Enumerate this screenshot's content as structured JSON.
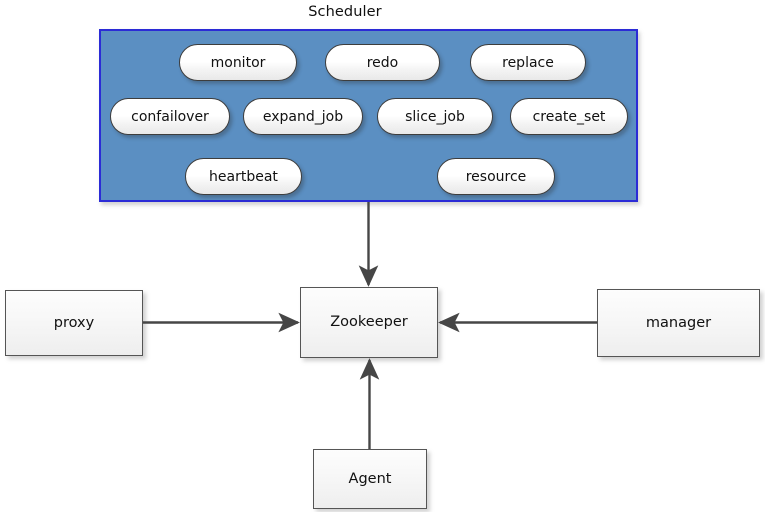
{
  "diagram": {
    "title": "Scheduler",
    "background_color": "#ffffff",
    "group": {
      "label": "Scheduler",
      "fill_color": "#5b8fc2",
      "border_color": "#2b2bd6",
      "modules": [
        {
          "label": "monitor",
          "row": 1
        },
        {
          "label": "redo",
          "row": 1
        },
        {
          "label": "replace",
          "row": 1
        },
        {
          "label": "confailover",
          "row": 2
        },
        {
          "label": "expand_job",
          "row": 2
        },
        {
          "label": "slice_job",
          "row": 2
        },
        {
          "label": "create_set",
          "row": 2
        },
        {
          "label": "heartbeat",
          "row": 3
        },
        {
          "label": "resource",
          "row": 3
        }
      ]
    },
    "nodes": [
      {
        "id": "proxy",
        "label": "proxy"
      },
      {
        "id": "zookeeper",
        "label": "Zookeeper"
      },
      {
        "id": "manager",
        "label": "manager"
      },
      {
        "id": "agent",
        "label": "Agent"
      }
    ],
    "edges": [
      {
        "from": "Scheduler",
        "to": "Zookeeper",
        "direction": "down",
        "arrow": "arrow-down-icon"
      },
      {
        "from": "proxy",
        "to": "Zookeeper",
        "direction": "right",
        "arrow": "arrow-right-icon"
      },
      {
        "from": "manager",
        "to": "Zookeeper",
        "direction": "left",
        "arrow": "arrow-left-icon"
      },
      {
        "from": "Agent",
        "to": "Zookeeper",
        "direction": "up",
        "arrow": "arrow-up-icon"
      }
    ],
    "edge_color": "#464646"
  }
}
